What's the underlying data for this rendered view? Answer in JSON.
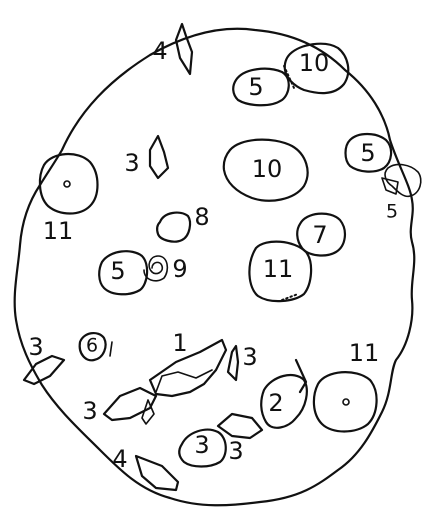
{
  "labels": {
    "top_4": "4",
    "top_right_10": "10",
    "top_right_5": "5",
    "left_3": "3",
    "center_10": "10",
    "right_5": "5",
    "right_5_lower": "5",
    "left_11": "11",
    "center_8": "8",
    "center_7": "7",
    "spiral_5": "5",
    "spiral_9": "9",
    "center_11": "11",
    "lower_left_3": "3",
    "lower_6": "6",
    "lower_1": "1",
    "lower_3_right": "3",
    "lower_right_11": "11",
    "lower_2": "2",
    "lower_3_left": "3",
    "bottom_3_circle": "3",
    "bottom_3": "3",
    "bottom_4": "4"
  }
}
